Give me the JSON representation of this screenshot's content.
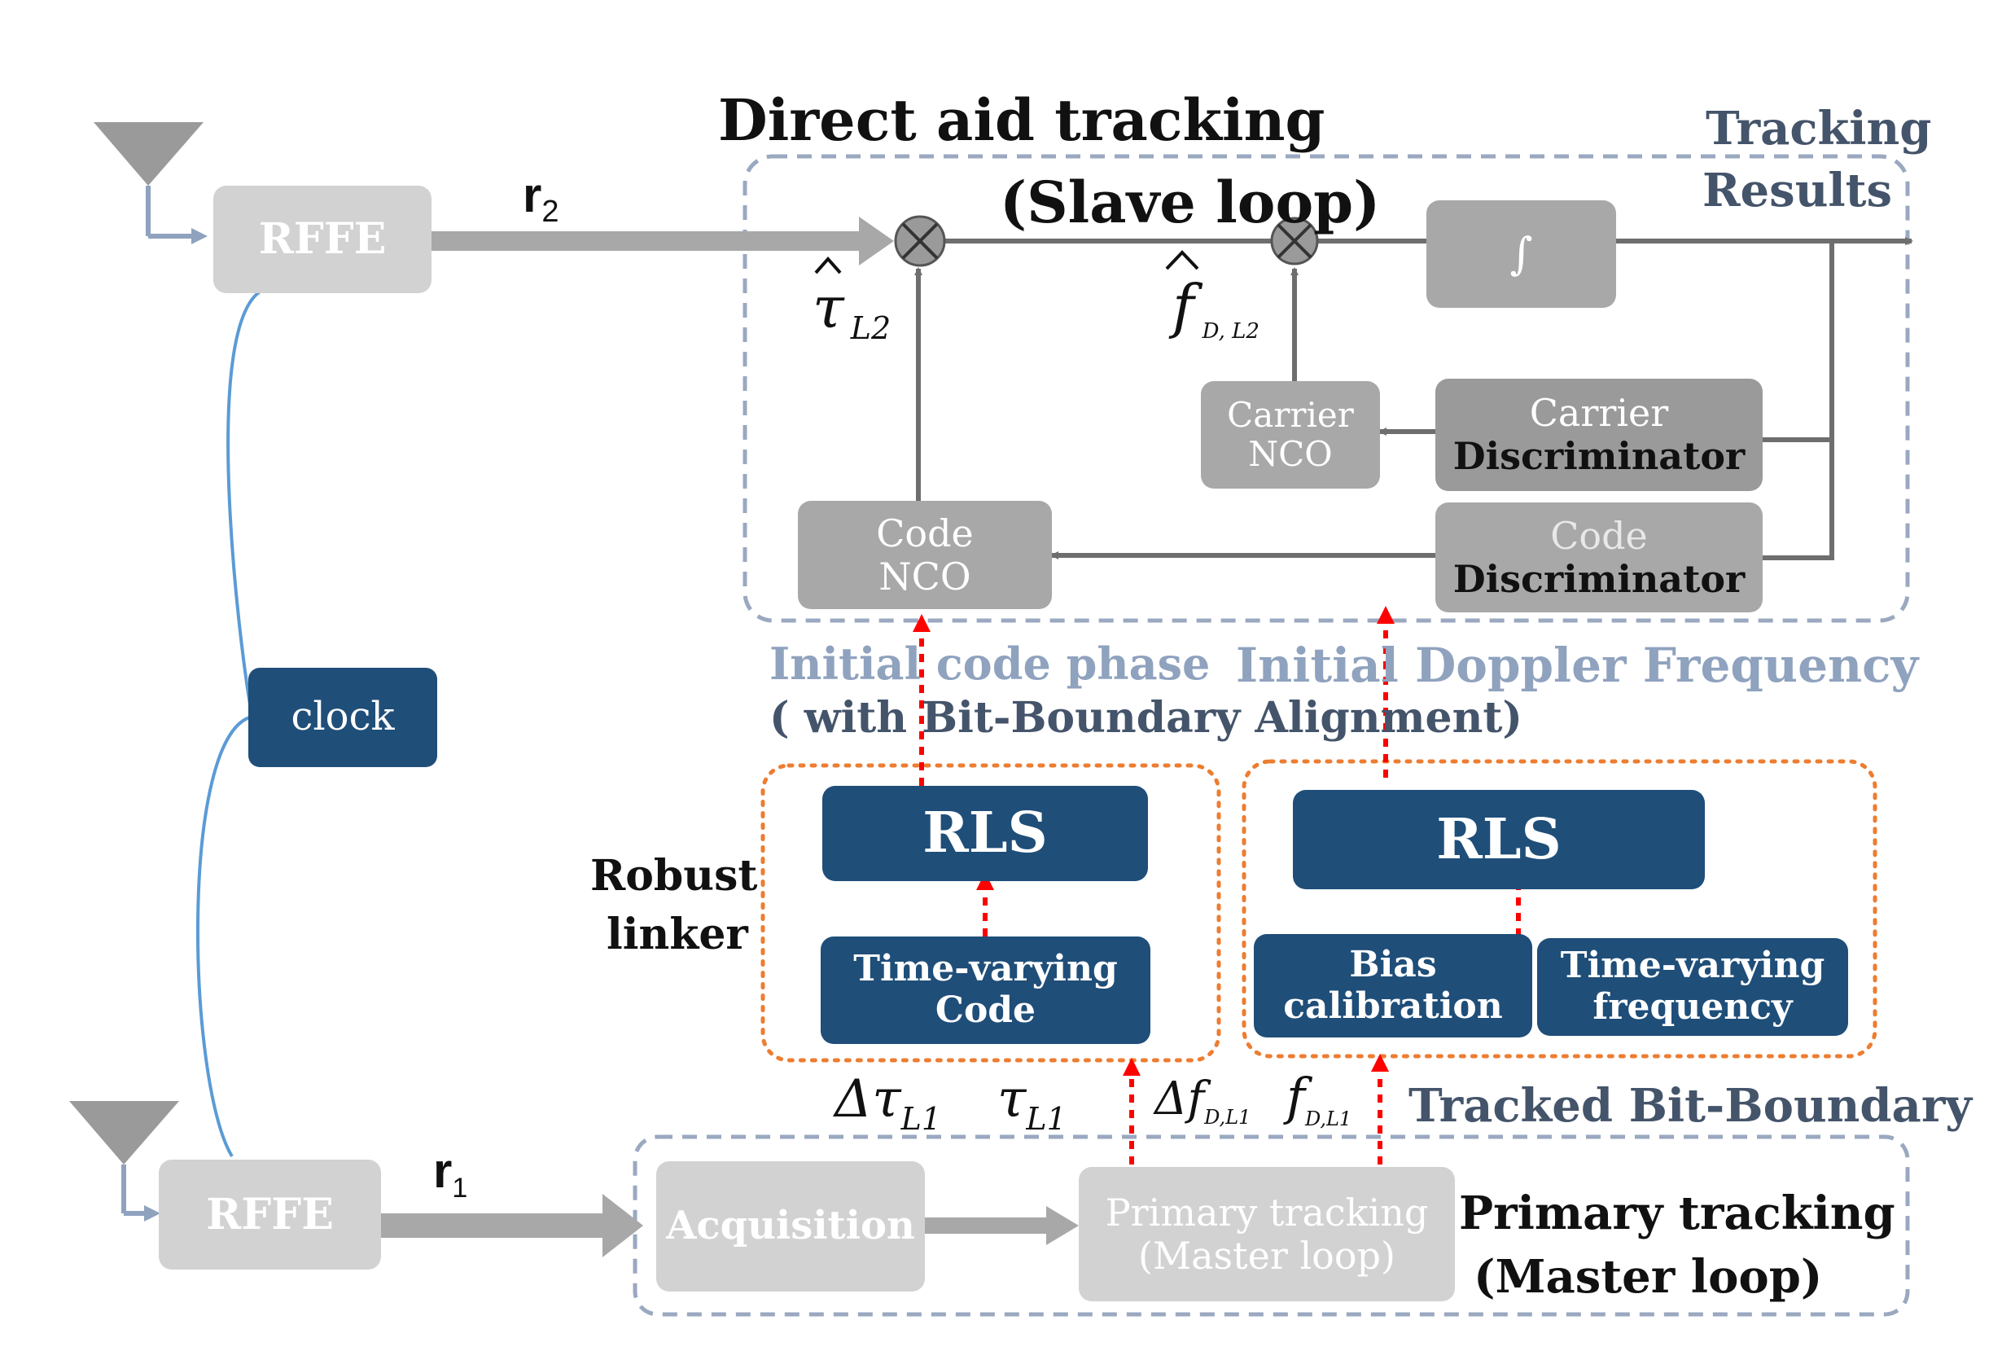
{
  "titles": {
    "direct_aid_line1": "Direct aid tracking",
    "direct_aid_line2": "(Slave loop)",
    "tracking_results_line1": "Tracking",
    "tracking_results_line2": "Results",
    "primary_line1": "Primary tracking",
    "primary_line2": "(Master loop)",
    "robust_line1": "Robust",
    "robust_line2": "linker",
    "tracked_bit_boundary": "Tracked Bit-Boundary"
  },
  "captions": {
    "initial_code_phase": "Initial code phase",
    "bit_boundary_alignment": "( with Bit-Boundary Alignment)",
    "initial_doppler": "Initial Doppler Frequency"
  },
  "boxes": {
    "rffe_top": "RFFE",
    "rffe_bottom": "RFFE",
    "clock": "clock",
    "integrator": "∫",
    "carrier_nco_line1": "Carrier",
    "carrier_nco_line2": "NCO",
    "carrier_disc_line1": "Carrier",
    "carrier_disc_line2": "Discriminator",
    "code_nco_line1": "Code",
    "code_nco_line2": "NCO",
    "code_disc_line1": "Code",
    "code_disc_line2": "Discriminator",
    "rls_left": "RLS",
    "rls_right": "RLS",
    "tv_code_line1": "Time-varying",
    "tv_code_line2": "Code",
    "bias_line1": "Bias",
    "bias_line2": "calibration",
    "tv_freq_line1": "Time-varying",
    "tv_freq_line2": "frequency",
    "acquisition": "Acquisition",
    "primary_box_line1": "Primary tracking",
    "primary_box_line2": "(Master loop)"
  },
  "signals": {
    "r2_base": "r",
    "r2_sub": "2",
    "r1_base": "r",
    "r1_sub": "1",
    "tau_hat": "τ",
    "tau_hat_sub": "L2",
    "f_hat": "f",
    "f_hat_sub": "D, L2",
    "delta_tau": "Δτ",
    "delta_tau_sub": "L1",
    "tau": "τ",
    "tau_sub": "L1",
    "delta_f": "Δf",
    "delta_f_sub": "D,L1",
    "f": "f",
    "f_sub": "D,L1"
  },
  "colors": {
    "navy": "#1f4e79",
    "gray_box": "#a8a8a8",
    "dashed_region": "#9aa8c0",
    "dotted_region": "#ed7d31",
    "red_arrow": "#ff0000",
    "clock_wire": "#5b9bd5"
  }
}
